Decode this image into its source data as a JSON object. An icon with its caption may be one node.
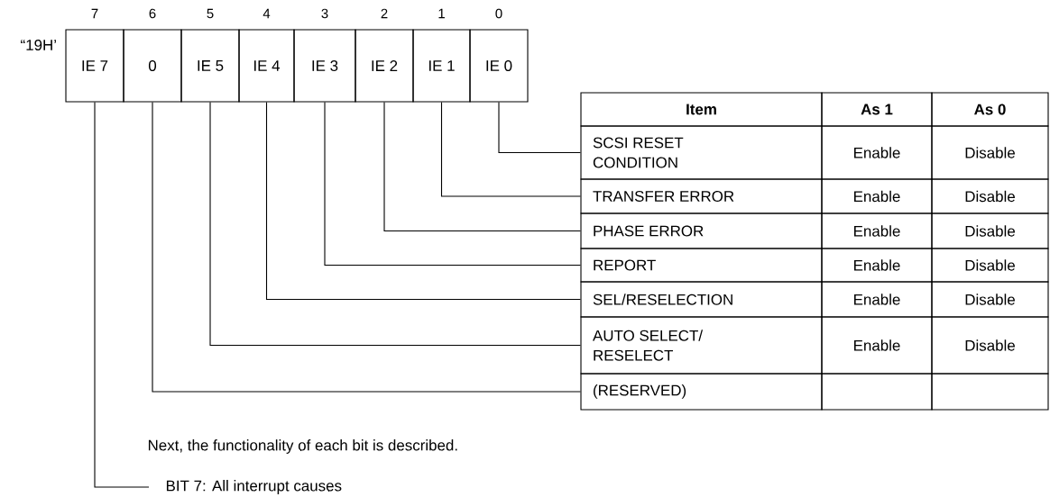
{
  "diagram": {
    "nodes": [
      {
        "text": [
          "IE 7"
        ]
      },
      {
        "text": [
          "0"
        ]
      },
      {
        "text": [
          "IE 5"
        ]
      },
      {
        "text": [
          "IE 4"
        ]
      },
      {
        "text": [
          "IE 3"
        ]
      },
      {
        "text": [
          "IE 2"
        ]
      },
      {
        "text": [
          "IE 1"
        ]
      },
      {
        "text": [
          "IE 0"
        ]
      },
      {
        "text": [
          "SCSI RESET CONDITION"
        ]
      },
      {
        "text": [
          "TRANSFER ERROR"
        ]
      },
      {
        "text": [
          "PHASE ERROR"
        ]
      },
      {
        "text": [
          "REPORT"
        ]
      },
      {
        "text": [
          "SEL/RESELECTION"
        ]
      },
      {
        "text": [
          "AUTO SELECT/ RESELECT"
        ]
      },
      {
        "text": [
          "(RESERVED)"
        ]
      },
      {
        "text": [
          "BIT 7:  All interrupt causes"
        ]
      }
    ],
    "edges": [
      {
        "from": 7,
        "to": 8,
        "arrow": "none"
      },
      {
        "from": 6,
        "to": 9,
        "arrow": "none"
      },
      {
        "from": 5,
        "to": 10,
        "arrow": "none"
      },
      {
        "from": 4,
        "to": 11,
        "arrow": "none"
      },
      {
        "from": 3,
        "to": 12,
        "arrow": "none"
      },
      {
        "from": 2,
        "to": 13,
        "arrow": "none"
      },
      {
        "from": 1,
        "to": 14,
        "arrow": "none"
      },
      {
        "from": 0,
        "to": 15,
        "arrow": "none"
      }
    ],
    "labels": [
      "7",
      "6",
      "5",
      "4",
      "3",
      "2",
      "1",
      "0",
      "“19H’",
      "Item",
      "As 1",
      "As 0",
      "Enable",
      "Disable",
      "Enable",
      "Disable",
      "Enable",
      "Disable",
      "Enable",
      "Disable",
      "Enable",
      "Disable",
      "Enable",
      "Disable",
      "Next, the functionality of each bit is described."
    ]
  }
}
